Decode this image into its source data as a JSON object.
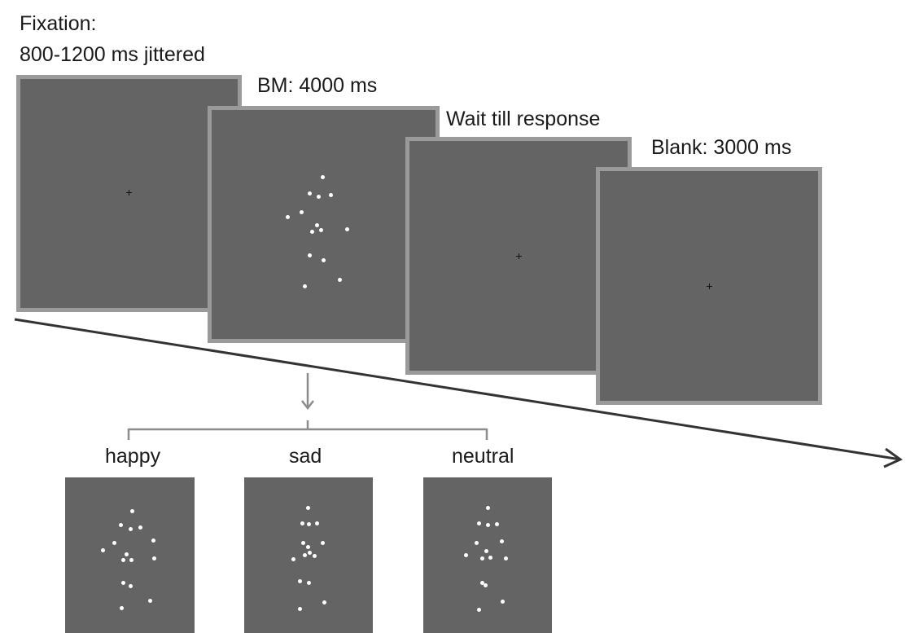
{
  "diagram": {
    "fixation": {
      "title": "Fixation:",
      "duration": "800-1200 ms jittered"
    },
    "bm": {
      "label": "BM: 4000 ms"
    },
    "response": {
      "label": "Wait till response"
    },
    "blank": {
      "label": "Blank: 3000 ms"
    },
    "conditions": [
      {
        "label": "happy"
      },
      {
        "label": "sad"
      },
      {
        "label": "neutral"
      }
    ],
    "colors": {
      "screen": "#646464",
      "frame": "#9a9a9a",
      "arrow": "#333333",
      "branch": "#8c8c8c",
      "dots": "#ffffff"
    }
  }
}
